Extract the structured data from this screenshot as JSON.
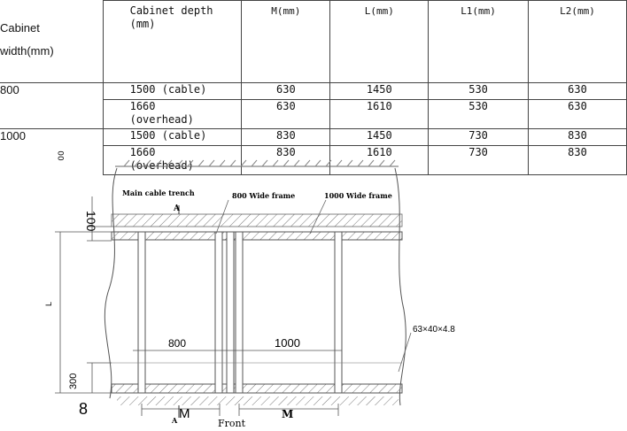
{
  "table": {
    "headers": {
      "width": "Cabinet width(mm)",
      "width_line1": "Cabinet",
      "width_line2": "width(mm)",
      "depth_line1": "Cabinet depth",
      "depth_line2": "(mm)",
      "m": "M(mm)",
      "l": "L(mm)",
      "l1": "L1(mm)",
      "l2": "L2(mm)"
    },
    "rows": [
      {
        "width": "800",
        "depth_line1": "1500 (cable)",
        "depth_line2": "",
        "m": "630",
        "l": "1450",
        "l1": "530",
        "l2": "630"
      },
      {
        "width": "",
        "depth_line1": "1660",
        "depth_line2": "(overhead)",
        "m": "630",
        "l": "1610",
        "l1": "530",
        "l2": "630"
      },
      {
        "width": "1000",
        "depth_line1": "1500 (cable)",
        "depth_line2": "",
        "m": "830",
        "l": "1450",
        "l1": "730",
        "l2": "830"
      },
      {
        "width": "",
        "depth_line1": "1660",
        "depth_line2": "(overhead)",
        "m": "830",
        "l": "1610",
        "l1": "730",
        "l2": "830"
      }
    ]
  },
  "stray_mark": "00",
  "drawing": {
    "main_cable_trench": "Main cable trench",
    "frame_800": "800 Wide frame",
    "frame_1000": "1000 Wide frame",
    "section_mark": "A",
    "dim_100": "100",
    "dim_L": "L",
    "dim_300": "300",
    "dim_800": "800",
    "dim_1000": "1000",
    "profile": "63×40×4.8",
    "dim_M_left": "M",
    "dim_M_right": "M",
    "front": "Front",
    "big_8": "8"
  }
}
